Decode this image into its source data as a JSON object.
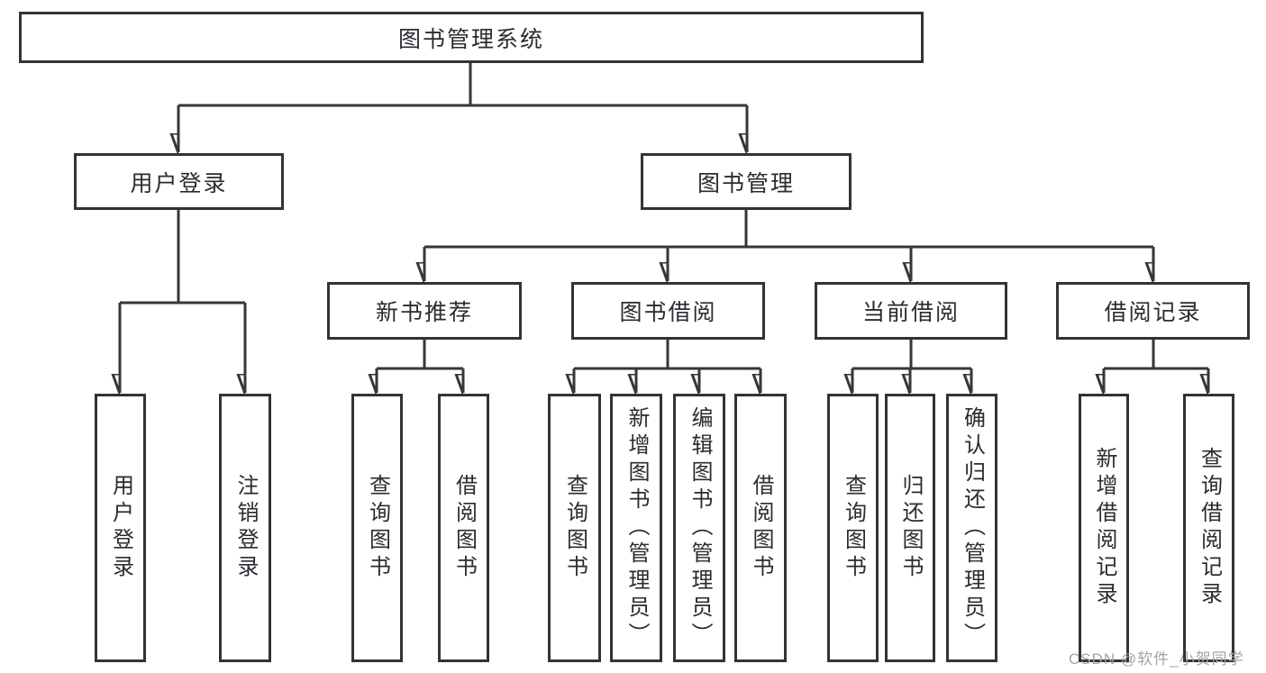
{
  "nodes": {
    "root": "图书管理系统",
    "user_login": "用户登录",
    "book_management": "图书管理",
    "new_book_recommend": "新书推荐",
    "book_borrow": "图书借阅",
    "current_borrow": "当前借阅",
    "borrow_records": "借阅记录",
    "leaf_user_login": "用户登录",
    "leaf_logout": "注销登录",
    "leaf_nb_query": "查询图书",
    "leaf_nb_borrow": "借阅图书",
    "leaf_bb_query": "查询图书",
    "leaf_bb_add": "新增图书（管理员）",
    "leaf_bb_edit": "编辑图书（管理员）",
    "leaf_bb_borrow": "借阅图书",
    "leaf_cb_query": "查询图书",
    "leaf_cb_return": "归还图书",
    "leaf_cb_confirm": "确认归还（管理员）",
    "leaf_br_add": "新增借阅记录",
    "leaf_br_query": "查询借阅记录"
  },
  "watermark": "CSDN @软件_小贺同学",
  "colors": {
    "line": "#36363b",
    "border": "#333333",
    "text": "#2b2b31",
    "watermark": "#a3a3a6"
  }
}
